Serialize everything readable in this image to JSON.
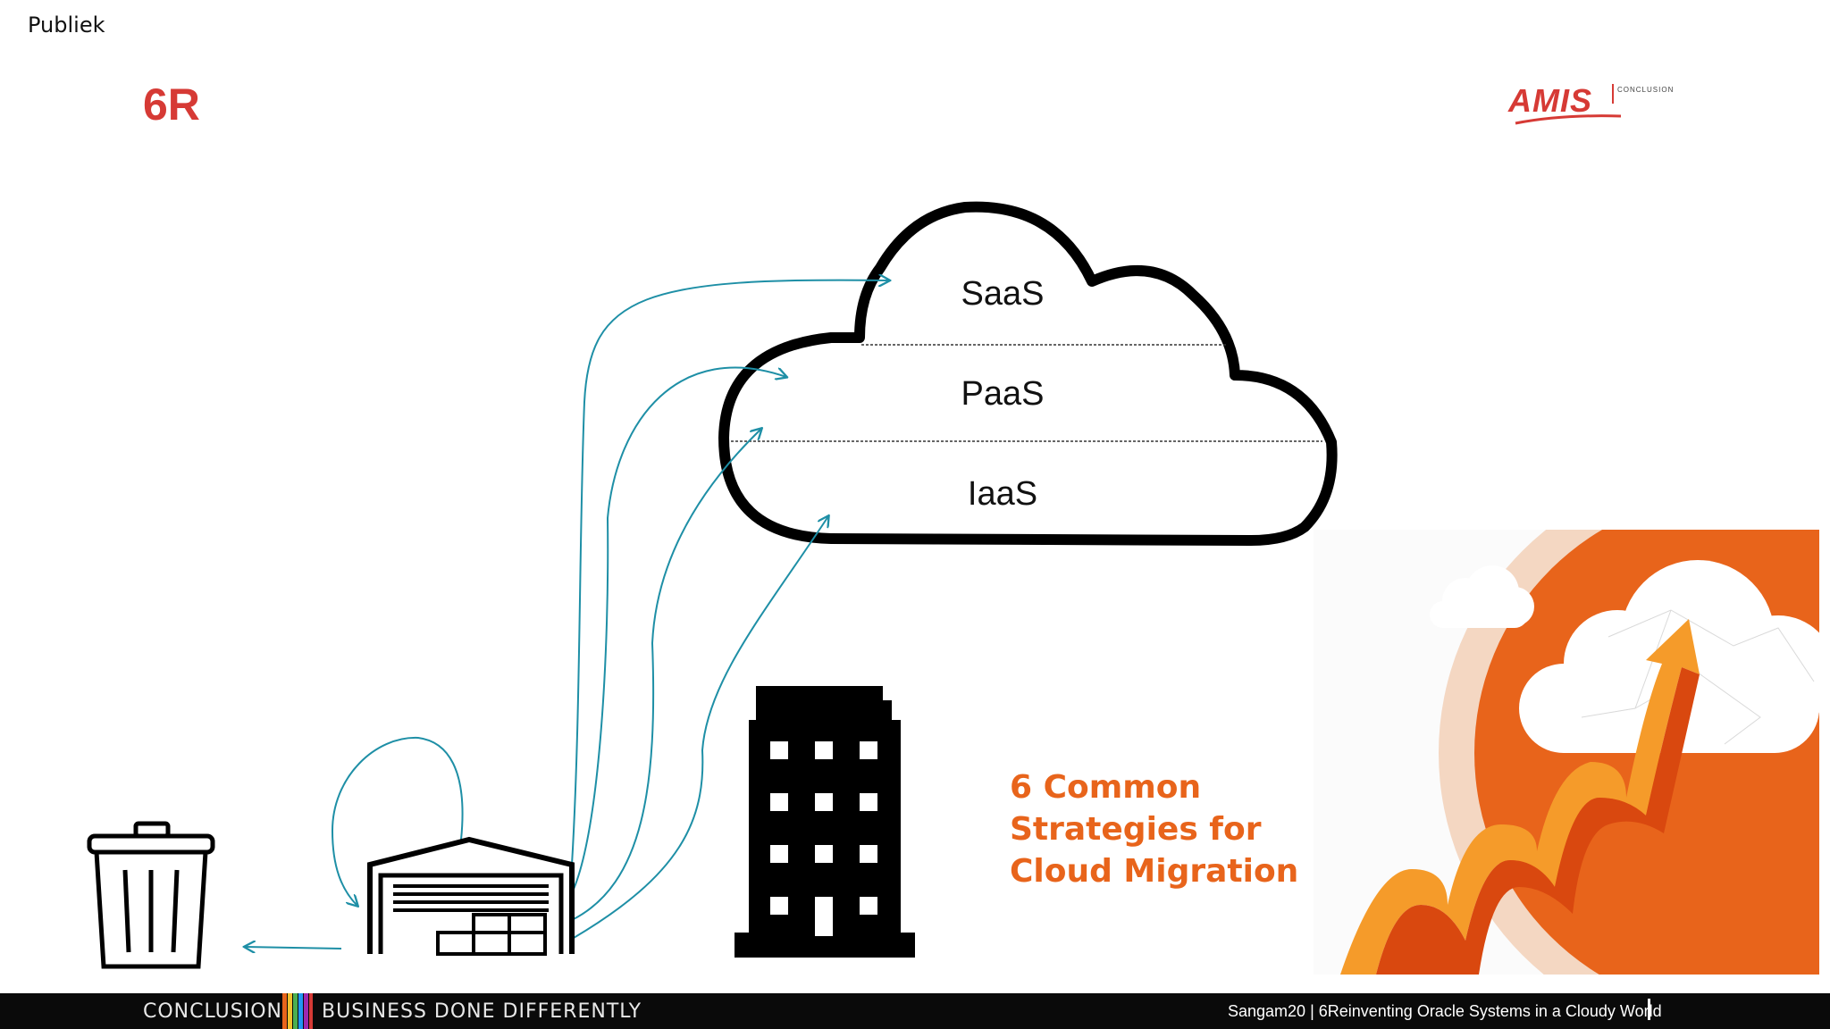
{
  "header": {
    "classification": "Publiek",
    "title": "6R",
    "logo_text": "AMIS",
    "logo_subtext": "CONCLUSION"
  },
  "cloud": {
    "layers": [
      "SaaS",
      "PaaS",
      "IaaS"
    ]
  },
  "promo": {
    "lines": [
      "6 Common",
      "Strategies for",
      "Cloud Migration"
    ]
  },
  "footer": {
    "brand": "CONCLUSION",
    "tagline": "BUSINESS DONE DIFFERENTLY",
    "right_text": "Sangam20 | 6Reinventing Oracle Systems in a Cloudy World"
  },
  "colors": {
    "title_red": "#d63a35",
    "arrow_teal": "#1e8fa6",
    "promo_orange": "#e8641b",
    "footer_bg": "#0a0a0a"
  },
  "icons": [
    "trash-can-icon",
    "warehouse-icon",
    "office-building-icon",
    "cloud-icon",
    "rocket-arrow-icon"
  ]
}
